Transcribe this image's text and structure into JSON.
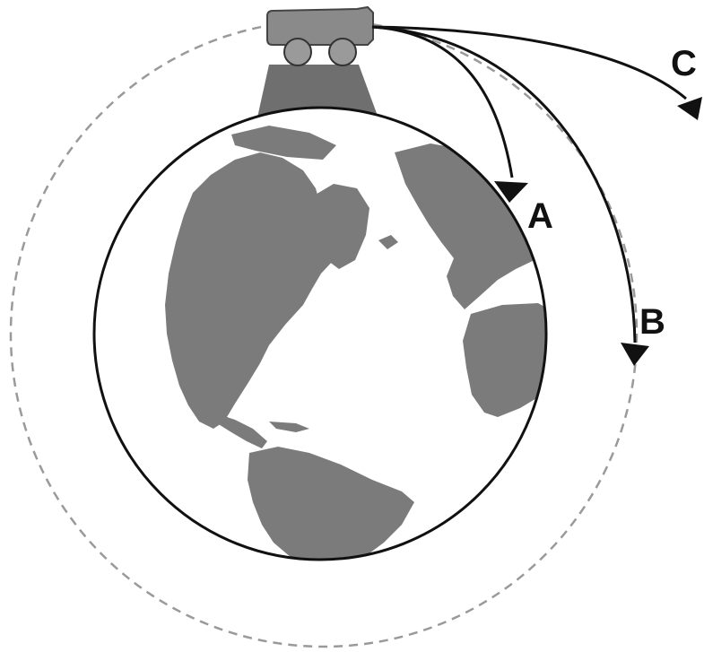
{
  "labels": {
    "a": "A",
    "b": "B",
    "c": "C"
  },
  "colors": {
    "background": "#ffffff",
    "ocean": "#ffffff",
    "land": "#7b7b7b",
    "earth_outline": "#111111",
    "cannon_body": "#8a8a8a",
    "cannon_wheels": "#9a9a9a",
    "mountain": "#6f6f6f",
    "orbit_dashed": "#9a9a9a",
    "trajectory": "#111111"
  },
  "icons": {
    "cannon": "cannon-icon",
    "earth": "earth-globe",
    "mountain": "mountain-icon"
  }
}
